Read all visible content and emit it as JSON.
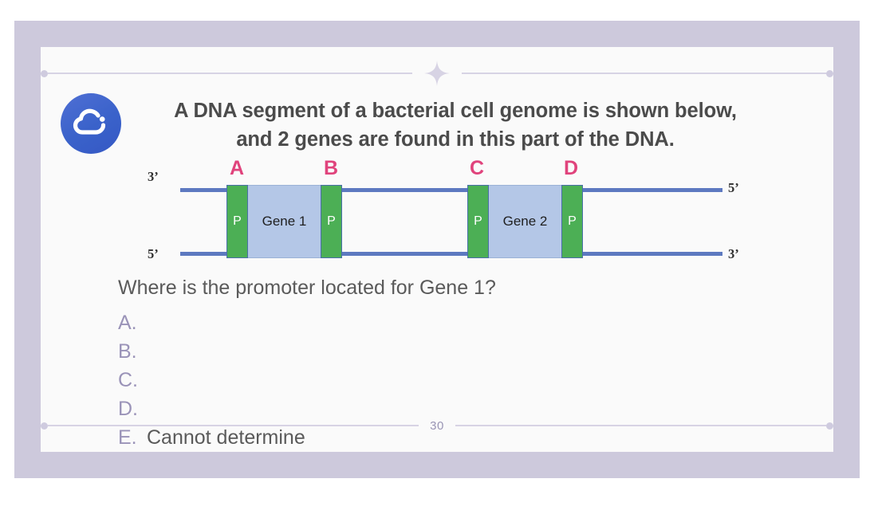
{
  "slide": {
    "title_line_1": "A DNA segment of a bacterial cell genome is shown below,",
    "title_line_2": "and 2 genes are found in this part of the DNA.",
    "page_number": "30",
    "logo_icon": "cloud-icon",
    "sparkle_icon": "four-point-star-icon",
    "colors": {
      "frame": "#cdc9dc",
      "surface": "#fafafa",
      "logo_blue": "#3a62ca",
      "rule": "#d7d3e4",
      "title_text": "#4b4b4b",
      "promoter_green": "#4caf55",
      "gene_blue": "#b4c7e7",
      "strand_blue": "#5d79c0",
      "site_letter_pink": "#e0437c",
      "option_letter": "#9a93b8",
      "body_text": "#5a5a5a"
    }
  },
  "diagram": {
    "name": "dna-segment-diagram",
    "ends": {
      "left_top": "3’",
      "left_bottom": "5’",
      "right_top": "5’",
      "right_bottom": "3’"
    },
    "genes": [
      {
        "label": "Gene 1"
      },
      {
        "label": "Gene 2"
      }
    ],
    "promoters": [
      {
        "label": "P",
        "site": "A"
      },
      {
        "label": "P",
        "site": "B"
      },
      {
        "label": "P",
        "site": "C"
      },
      {
        "label": "P",
        "site": "D"
      }
    ],
    "site_letters": [
      "A",
      "B",
      "C",
      "D"
    ]
  },
  "question": {
    "prompt": "Where is the promoter located for Gene 1?",
    "options": [
      {
        "letter": "A.",
        "text": ""
      },
      {
        "letter": "B.",
        "text": ""
      },
      {
        "letter": "C.",
        "text": ""
      },
      {
        "letter": "D.",
        "text": ""
      },
      {
        "letter": "E.",
        "text": "Cannot determine"
      }
    ]
  }
}
